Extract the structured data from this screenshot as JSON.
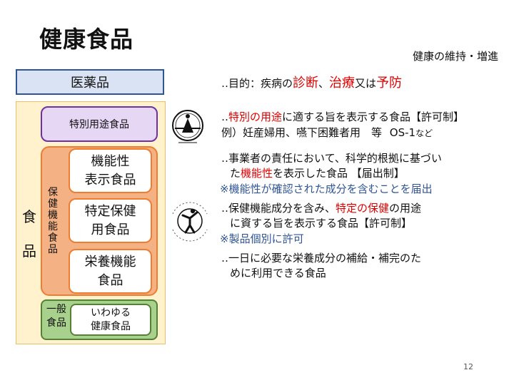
{
  "slide": {
    "title": "健康食品",
    "subtitle": "健康の維持・増進",
    "page_number": "12"
  },
  "diagram": {
    "medicine": "医薬品",
    "food_1": "食",
    "food_2": "品",
    "special_use": "特別用途食品",
    "health_function_claims": [
      "保",
      "健",
      "機",
      "能",
      "食",
      "品"
    ],
    "fnfc_line1": "機能性",
    "fnfc_line2": "表示食品",
    "foshu_line1": "特定保健",
    "foshu_line2": "用食品",
    "nutrient_line1": "栄養機能",
    "nutrient_line2": "食品",
    "general_line1": "一般",
    "general_line2": "食品",
    "so_called_line1": "いわゆる",
    "so_called_line2": "健康食品"
  },
  "marks": {
    "special_use_icon": "special-use-mark-icon",
    "foshu_icon": "foshu-mark-icon"
  },
  "descriptions": {
    "medicine": {
      "prefix": "‥目的：疾病の",
      "w1": "診断",
      "sep1": "、",
      "w2": "治療",
      "sep2": "又は",
      "w3": "予防"
    },
    "special_use": {
      "prefix": "‥",
      "highlight": "特別の用途",
      "suffix": "に適する旨を表示する食品【許可制】",
      "example_main": "例）妊産婦用、嚥下困難者用　等",
      "example_os": "OS-1",
      "example_tail": "など"
    },
    "fnfc": {
      "line1": "‥事業者の責任において、科学的根拠に基づい",
      "line2_prefix": "た",
      "line2_highlight": "機能性",
      "line2_suffix": "を表示した食品 【届出制】",
      "note": "※機能性が確認された成分を含むことを届出"
    },
    "foshu": {
      "line1_prefix": "‥保健機能成分を含み、",
      "line1_highlight": "特定の保健",
      "line1_suffix": "の用途",
      "line2": "に資する旨を表示する食品【許可制】",
      "note": "※製品個別に許可"
    },
    "nutrient": {
      "line1": "‥一日に必要な栄養成分の補給・補完のた",
      "line2": "めに利用できる食品"
    }
  }
}
